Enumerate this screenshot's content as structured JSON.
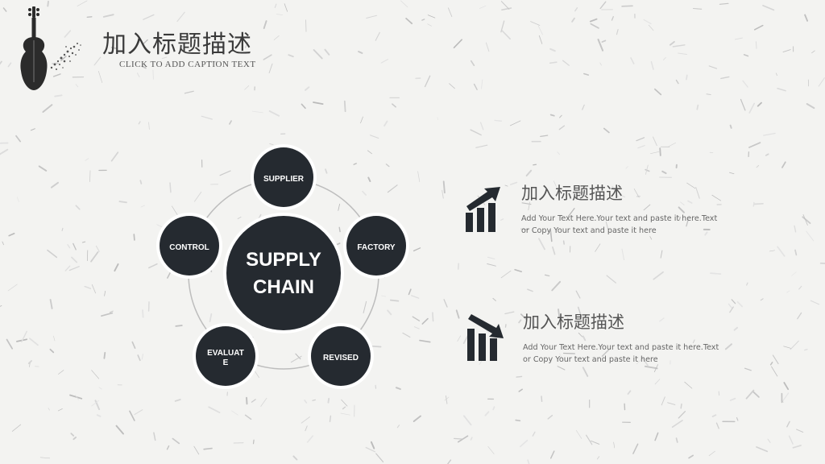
{
  "header": {
    "title": "加入标题描述",
    "subtitle": "CLICK TO ADD CAPTION TEXT"
  },
  "diagram": {
    "center": {
      "line1": "SUPPLY",
      "line2": "CHAIN"
    },
    "nodes": [
      {
        "id": "supplier",
        "label": "SUPPLIER"
      },
      {
        "id": "factory",
        "label": "FACTORY"
      },
      {
        "id": "revised",
        "label": "REVISED"
      },
      {
        "id": "evaluate",
        "label_line1": "EVALUAT",
        "label_line2": "E"
      },
      {
        "id": "control",
        "label": "CONTROL"
      }
    ]
  },
  "blocks": [
    {
      "icon": "chart-growth-icon",
      "heading": "加入标题描述",
      "body": "Add Your Text Here.Your text and paste it here.Text or Copy Your text and paste it here"
    },
    {
      "icon": "chart-decline-icon",
      "heading": "加入标题描述",
      "body": "Add Your Text Here.Your text and paste it here.Text or Copy Your text and paste it here"
    }
  ],
  "colors": {
    "background": "#f3f3f1",
    "node": "#252a30",
    "ring": "#bdbdbd"
  }
}
